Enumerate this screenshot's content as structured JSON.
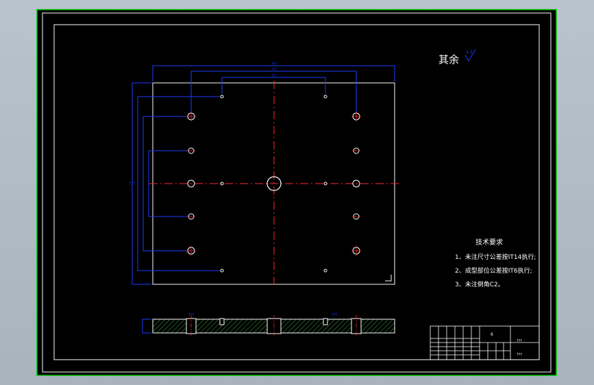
{
  "drawing": {
    "roughness_note": "其余",
    "roughness_value": "3.2",
    "dimension_labels": [
      "???",
      "???",
      "???"
    ],
    "side_dimension_label": "???",
    "section_labels": [
      "???",
      "???"
    ],
    "tech_requirements": {
      "title": "技术要求",
      "items": [
        "1、未注尺寸公差按IT14执行;",
        "2、成型部位公差按IT6执行;",
        "3、未注倒角C2。"
      ]
    },
    "title_block": {
      "center_mark": "6",
      "part_name": "???",
      "drawing_code": "???"
    }
  },
  "colors": {
    "viewport_bg": "#000000",
    "frame": "#ffffff",
    "outer_border": "#00c800",
    "dimension": "#1e3cff",
    "centerline": "#ff2a2a",
    "hatch": "#3faa3f",
    "text": "#ffffff"
  }
}
